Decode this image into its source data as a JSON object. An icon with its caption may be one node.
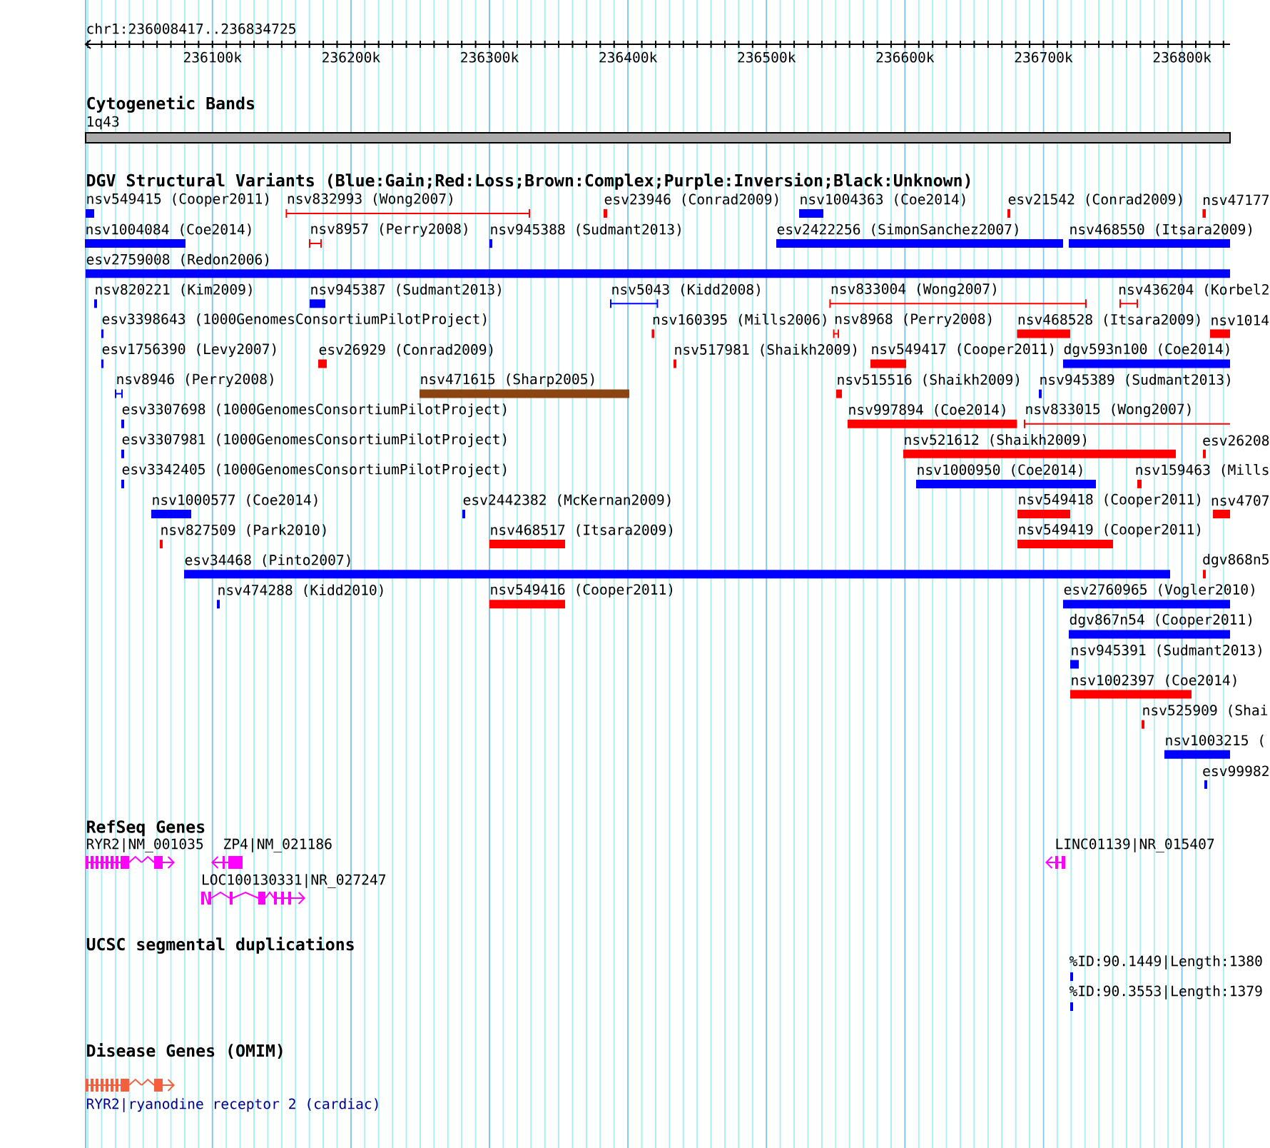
{
  "diagram": {
    "nodes": [
      {
        "text": [
          "1q43"
        ]
      },
      {
        "text": [
          "nsv549415 (Cooper2011)"
        ]
      },
      {
        "text": [
          "nsv832993 (Wong2007)"
        ]
      },
      {
        "text": [
          "esv23946 (Conrad2009)"
        ]
      },
      {
        "text": [
          "nsv1004363 (Coe2014)"
        ]
      },
      {
        "text": [
          "esv21542 (Conrad2009)"
        ]
      },
      {
        "text": [
          "nsv47177"
        ]
      },
      {
        "text": [
          "nsv1004084 (Coe2014)"
        ]
      },
      {
        "text": [
          "nsv8957 (Perry2008)"
        ]
      },
      {
        "text": [
          "nsv945388 (Sudmant2013)"
        ]
      },
      {
        "text": [
          "esv2422256 (SimonSanchez2007)"
        ]
      },
      {
        "text": [
          "nsv468550 (Itsara2009)"
        ]
      },
      {
        "text": [
          "esv2759008 (Redon2006)"
        ]
      },
      {
        "text": [
          "nsv820221 (Kim2009)"
        ]
      },
      {
        "text": [
          "nsv945387 (Sudmant2013)"
        ]
      },
      {
        "text": [
          "nsv5043 (Kidd2008)"
        ]
      },
      {
        "text": [
          "nsv833004 (Wong2007)"
        ]
      },
      {
        "text": [
          "nsv436204 (Korbel2"
        ]
      },
      {
        "text": [
          "esv3398643 (1000GenomesConsortiumPilotProject)"
        ]
      },
      {
        "text": [
          "nsv160395 (Mills2006)"
        ]
      },
      {
        "text": [
          "nsv8968 (Perry2008)"
        ]
      },
      {
        "text": [
          "nsv468528 (Itsara2009)"
        ]
      },
      {
        "text": [
          "nsv1014"
        ]
      },
      {
        "text": [
          "esv1756390 (Levy2007)"
        ]
      },
      {
        "text": [
          "esv26929 (Conrad2009)"
        ]
      },
      {
        "text": [
          "nsv517981 (Shaikh2009)"
        ]
      },
      {
        "text": [
          "nsv549417 (Cooper2011)"
        ]
      },
      {
        "text": [
          "dgv593n100 (Coe2014)"
        ]
      },
      {
        "text": [
          "nsv8946 (Perry2008)"
        ]
      },
      {
        "text": [
          "nsv471615 (Sharp2005)"
        ]
      },
      {
        "text": [
          "nsv515516 (Shaikh2009)"
        ]
      },
      {
        "text": [
          "nsv945389 (Sudmant2013)"
        ]
      },
      {
        "text": [
          "esv3307698 (1000GenomesConsortiumPilotProject)"
        ]
      },
      {
        "text": [
          "nsv997894 (Coe2014)"
        ]
      },
      {
        "text": [
          "nsv833015 (Wong2007)"
        ]
      },
      {
        "text": [
          "esv3307981 (1000GenomesConsortiumPilotProject)"
        ]
      },
      {
        "text": [
          "nsv521612 (Shaikh2009)"
        ]
      },
      {
        "text": [
          "esv26208"
        ]
      },
      {
        "text": [
          "esv3342405 (1000GenomesConsortiumPilotProject)"
        ]
      },
      {
        "text": [
          "nsv1000950 (Coe2014)"
        ]
      },
      {
        "text": [
          "nsv159463 (Mills"
        ]
      },
      {
        "text": [
          "nsv1000577 (Coe2014)"
        ]
      },
      {
        "text": [
          "esv2442382 (McKernan2009)"
        ]
      },
      {
        "text": [
          "nsv549418 (Cooper2011)"
        ]
      },
      {
        "text": [
          "nsv4707"
        ]
      },
      {
        "text": [
          "nsv827509 (Park2010)"
        ]
      },
      {
        "text": [
          "nsv468517 (Itsara2009)"
        ]
      },
      {
        "text": [
          "nsv549419 (Cooper2011)"
        ]
      },
      {
        "text": [
          "esv34468 (Pinto2007)"
        ]
      },
      {
        "text": [
          "dgv868n5"
        ]
      },
      {
        "text": [
          "nsv474288 (Kidd2010)"
        ]
      },
      {
        "text": [
          "nsv549416 (Cooper2011)"
        ]
      },
      {
        "text": [
          "esv2760965 (Vogler2010)"
        ]
      },
      {
        "text": [
          "dgv867n54 (Cooper2011)"
        ]
      },
      {
        "text": [
          "nsv945391 (Sudmant2013)"
        ]
      },
      {
        "text": [
          "nsv1002397 (Coe2014)"
        ]
      },
      {
        "text": [
          "nsv525909 (Shai"
        ]
      },
      {
        "text": [
          "nsv1003215 ("
        ]
      },
      {
        "text": [
          "esv99982"
        ]
      },
      {
        "text": [
          "RYR2|NM_001035"
        ]
      },
      {
        "text": [
          "ZP4|NM_021186"
        ]
      },
      {
        "text": [
          "LINC01139|NR_015407"
        ]
      },
      {
        "text": [
          "LOC100130331|NR_027247"
        ]
      },
      {
        "text": [
          "%ID:90.1449|Length:1380"
        ]
      },
      {
        "text": [
          "%ID:90.3553|Length:1379"
        ]
      },
      {
        "text": [
          "RYR2|ryanodine receptor 2 (cardiac)"
        ]
      }
    ],
    "labels": [
      "chr1:236008417..236834725",
      "236100k",
      "236200k",
      "236300k",
      "236400k",
      "236500k",
      "236600k",
      "236700k",
      "236800k",
      "Cytogenetic Bands",
      "DGV Structural Variants (Blue:Gain;Red:Loss;Brown:Complex;Purple:Inversion;Black:Unknown)",
      "RefSeq Genes",
      "UCSC segmental duplications",
      "Disease Genes (OMIM)"
    ]
  }
}
